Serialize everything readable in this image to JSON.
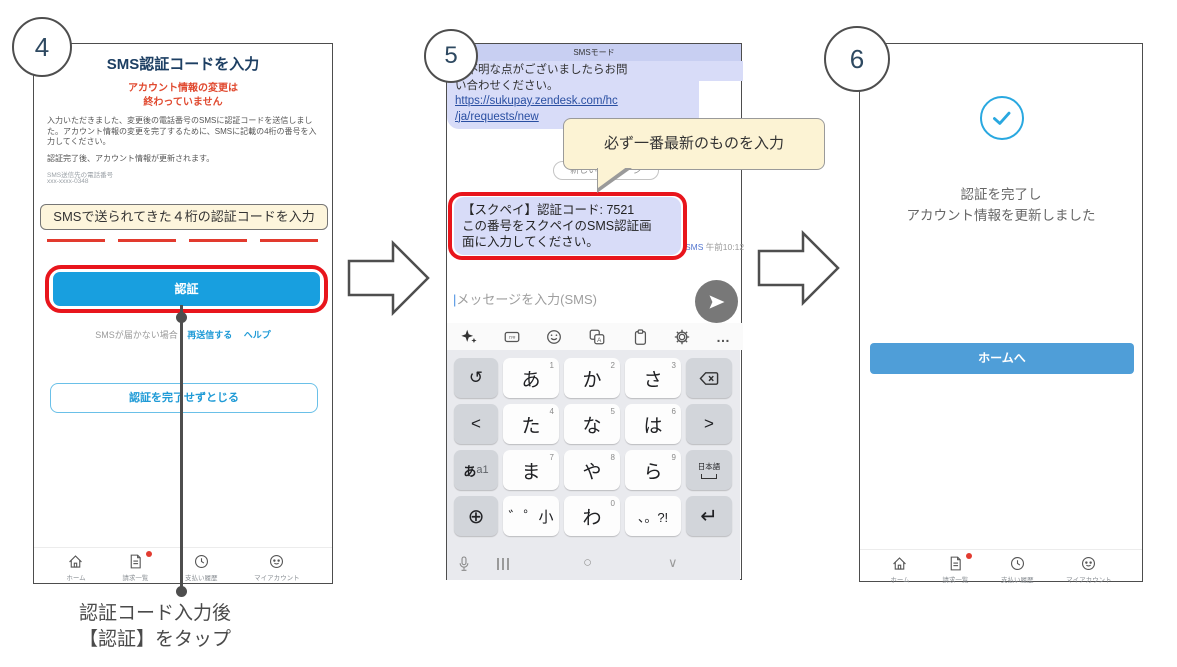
{
  "step4": {
    "badge": "4",
    "title": "SMS認証コードを入力",
    "warning": [
      "アカウント情報の変更は",
      "終わっていません"
    ],
    "body": "入力いただきました、変更後の電話番号のSMSに認証コードを送信しました。アカウント情報の変更を完了するために、SMSに記載の4桁の番号を入力してください。",
    "body2": "認証完了後、アカウント情報が更新されます。",
    "sms_dest_label": "SMS送信先の電話番号",
    "sms_dest_value": "xxx-xxxx-0348",
    "code_hint": "SMSで送られてきた４桁の認証コードを入力",
    "verify_button": "認証",
    "resend_prefix": "SMSが届かない場合",
    "resend_link": "再送信する",
    "help_link": "ヘルプ",
    "close_button": "認証を完了せずとじる",
    "caption": [
      "認証コード入力後",
      "【認証】をタップ"
    ]
  },
  "step5": {
    "badge": "5",
    "sms_mode_header": "SMSモード",
    "support_message": [
      "ご不明な点がございましたらお問",
      "い合わせください。"
    ],
    "support_link": [
      "https://sukupay.zendesk.com/hc",
      "/ja/requests/new"
    ],
    "new_message_pill": "新しいメッセージ",
    "callout": "必ず一番最新のものを入力",
    "code_message": [
      "【スクペイ】認証コード: 7521",
      "この番号をスクペイのSMS認証画",
      "面に入力してください。"
    ],
    "meta_sms": "SMS",
    "meta_time": "午前10:12",
    "input_placeholder": "メッセージを入力(SMS)",
    "keyboard": {
      "toolbar_icons": [
        "sparkle-icon",
        "symbols-icon",
        "emoji-icon",
        "translate-icon",
        "clipboard-icon",
        "settings-icon",
        "more-icon"
      ],
      "rows": [
        {
          "keys": [
            {
              "label": "↺"
            },
            {
              "label": "あ",
              "sup": "1"
            },
            {
              "label": "か",
              "sup": "2"
            },
            {
              "label": "さ",
              "sup": "3"
            },
            {
              "icon": "backspace-icon"
            }
          ]
        },
        {
          "keys": [
            {
              "label": "<"
            },
            {
              "label": "た",
              "sup": "4"
            },
            {
              "label": "な",
              "sup": "5"
            },
            {
              "label": "は",
              "sup": "6"
            },
            {
              "label": ">"
            }
          ]
        },
        {
          "keys": [
            {
              "label": "あ",
              "suffix": "a1"
            },
            {
              "label": "ま",
              "sup": "7"
            },
            {
              "label": "や",
              "sup": "8"
            },
            {
              "label": "ら",
              "sup": "9"
            },
            {
              "label": "日本語"
            }
          ]
        },
        {
          "keys": [
            {
              "label": "⊕"
            },
            {
              "label": "゛゜小"
            },
            {
              "label": "わ",
              "sup": "0"
            },
            {
              "label": "、。?!"
            },
            {
              "label": "↵"
            }
          ]
        }
      ],
      "system_bar": {
        "mic": "mic-icon",
        "recents": "recents-icon",
        "home": "home-circle-icon",
        "collapse": "chevron-down-icon"
      }
    }
  },
  "step6": {
    "badge": "6",
    "result": [
      "認証を完了し",
      "アカウント情報を更新しました"
    ],
    "home_button": "ホームへ"
  },
  "nav": {
    "items": [
      {
        "label": "ホーム"
      },
      {
        "label": "請求一覧"
      },
      {
        "label": "支払い履歴"
      },
      {
        "label": "マイアカウント"
      }
    ]
  },
  "colors": {
    "accent_blue": "#189fdf",
    "home_button_blue": "#4f9ed8",
    "highlight_red": "#e8151c",
    "warning_red": "#e0492f",
    "lavender_bubble": "#d8dcf8",
    "cream_callout": "#fcf3d4",
    "link_blue": "#2a4fa2",
    "check_blue": "#29a8e0"
  }
}
